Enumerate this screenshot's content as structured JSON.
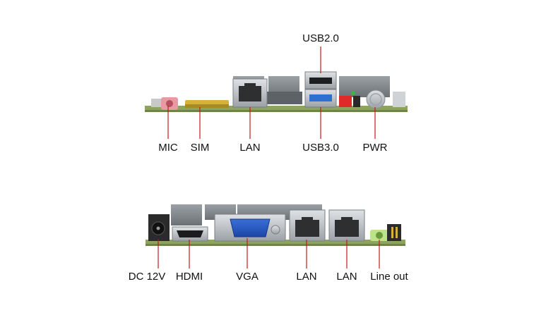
{
  "top_panel": {
    "labels": {
      "usb20": "USB2.0",
      "mic": "MIC",
      "sim": "SIM",
      "lan": "LAN",
      "usb30": "USB3.0",
      "pwr": "PWR"
    }
  },
  "bottom_panel": {
    "labels": {
      "dc": "DC 12V",
      "hdmi": "HDMI",
      "vga": "VGA",
      "lan1": "LAN",
      "lan2": "LAN",
      "lineout": "Line out"
    }
  },
  "colors": {
    "pcb": "#8ea45e",
    "heatsink": "#8a8f93",
    "leader_line": "#c41a1a",
    "usb3_blue": "#2f6fd0"
  }
}
